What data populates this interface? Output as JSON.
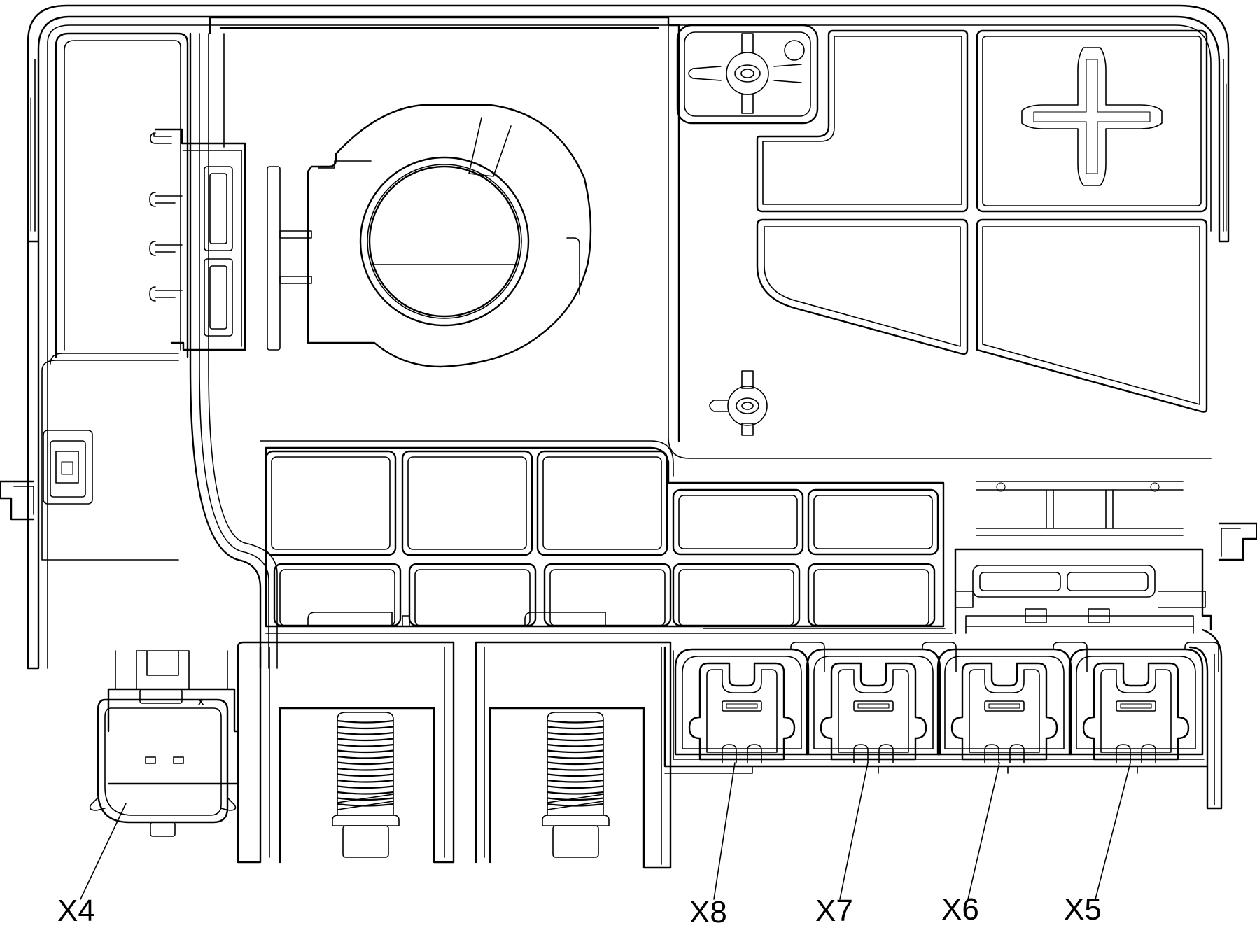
{
  "connectors": [
    {
      "id": "x4",
      "label": "X4"
    },
    {
      "id": "x8",
      "label": "X8"
    },
    {
      "id": "x7",
      "label": "X7"
    },
    {
      "id": "x6",
      "label": "X6"
    },
    {
      "id": "x5",
      "label": "X5"
    }
  ],
  "x4_mark": "x"
}
